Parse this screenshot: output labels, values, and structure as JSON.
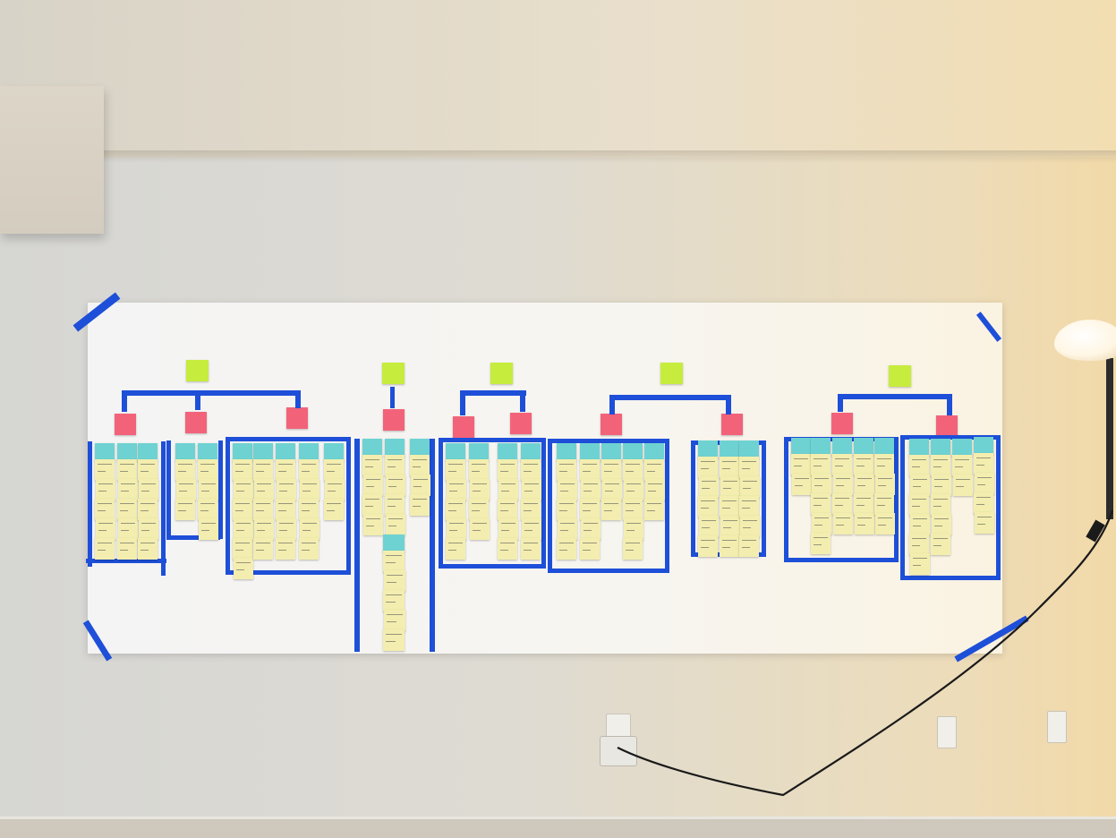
{
  "headers": [
    {
      "id": "h1",
      "text": "",
      "color": "#c6ec3d"
    },
    {
      "id": "h2",
      "text": "",
      "color": "#c6ec3d"
    },
    {
      "id": "h3",
      "text": "",
      "color": "#c6ec3d"
    },
    {
      "id": "h4",
      "text": "",
      "color": "#c6ec3d"
    },
    {
      "id": "h5",
      "text": "",
      "color": "#c6ec3d"
    }
  ],
  "colors": {
    "tape": "#1e4fd8",
    "note_yellow": "#f3eeaf",
    "note_cyan": "#6fd2d2",
    "note_pink": "#f2637a",
    "note_green": "#c6ec3d",
    "paper": "#f5f4f0"
  },
  "objects": [
    "wall",
    "butcher-paper",
    "affinity-diagram",
    "floor-lamp",
    "wall-outlet",
    "light-switch"
  ]
}
